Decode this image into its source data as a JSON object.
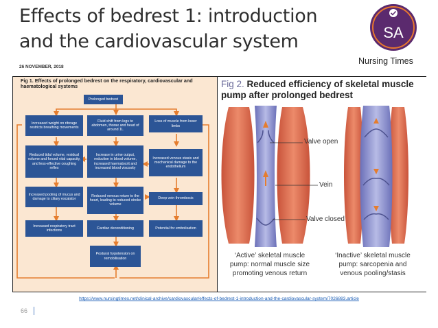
{
  "slide": {
    "title_line1": "Effects of bedrest 1: introduction",
    "title_line2": "and the cardiovascular system",
    "date": "26 NOVEMBER, 2018",
    "logo_text": "SA",
    "brand": "Nursing Times",
    "url": "https://www.nursingtimes.net/clinical-archive/cardiovascular/effects-of-bedrest-1-introduction-and-the-cardiovascular-system/7026883.article",
    "page_number": "66"
  },
  "fig1": {
    "title": "Fig 1. Effects of prolonged bedrest on the respiratory, cardiovascular and haematological systems",
    "boxes": {
      "top": "Prolonged bedrest",
      "r1c1": "Increased weight on ribcage restricts breathing movements",
      "r1c2": "Fluid shift from legs to abdomen, thorax and head of around 1L",
      "r1c3": "Loss of muscle from lower limbs",
      "r2c1": "Reduced tidal volume, residual volume and forced vital capacity, and less-effective coughing reflex",
      "r2c2": "Increase in urine output, reduction in blood volume, increased haematocrit and increased blood viscosity",
      "r2c3": "Increased venous stasis and mechanical damage to the endothelium",
      "r3c1": "Increased pooling of mucus and damage to ciliary escalator",
      "r3c2": "Reduced venous return to the heart, leading to reduced stroke volume",
      "r3c3": "Deep vein thrombosis",
      "r4c1": "Increased respiratory tract infections",
      "r4c2": "Cardiac deconditioning",
      "r4c3": "Potential for embolisation",
      "bottom": "Postural hypotension on remobilisation"
    }
  },
  "fig2": {
    "label": "Fig 2.",
    "title": "Reduced efficiency of skeletal muscle pump after prolonged bedrest",
    "valve_open": "Valve open",
    "vein": "Vein",
    "valve_closed": "Valve closed",
    "caption_active": "‘Active’ skeletal muscle pump: normal muscle size promoting venous return",
    "caption_inactive": "‘Inactive’ skeletal muscle pump: sarcopenia and venous pooling/stasis"
  },
  "colors": {
    "box_blue": "#2c5596",
    "arrow_orange": "#e57d2e",
    "fig1_bg": "#fbe7d2",
    "muscle": "#d9694e",
    "vein": "#7f83c4",
    "logo_purple": "#5b2a6e",
    "logo_orange": "#e8772e"
  }
}
